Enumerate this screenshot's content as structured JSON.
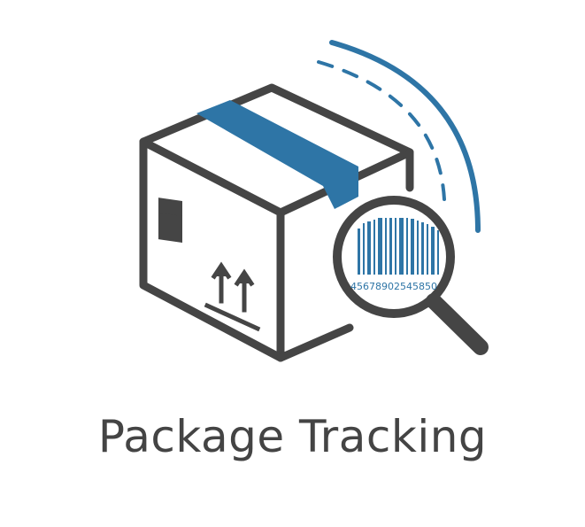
{
  "title": "Package Tracking",
  "barcode": {
    "number": "45678902545850"
  },
  "icon": {
    "name": "package-tracking-icon",
    "parts": [
      "cardboard-box-icon",
      "tape-stripe",
      "this-way-up-arrows-icon",
      "magnifying-glass-icon",
      "barcode-icon",
      "motion-arcs"
    ]
  },
  "colors": {
    "outline": "#454545",
    "accent": "#2e75a6",
    "background": "#ffffff",
    "text": "#444444"
  }
}
